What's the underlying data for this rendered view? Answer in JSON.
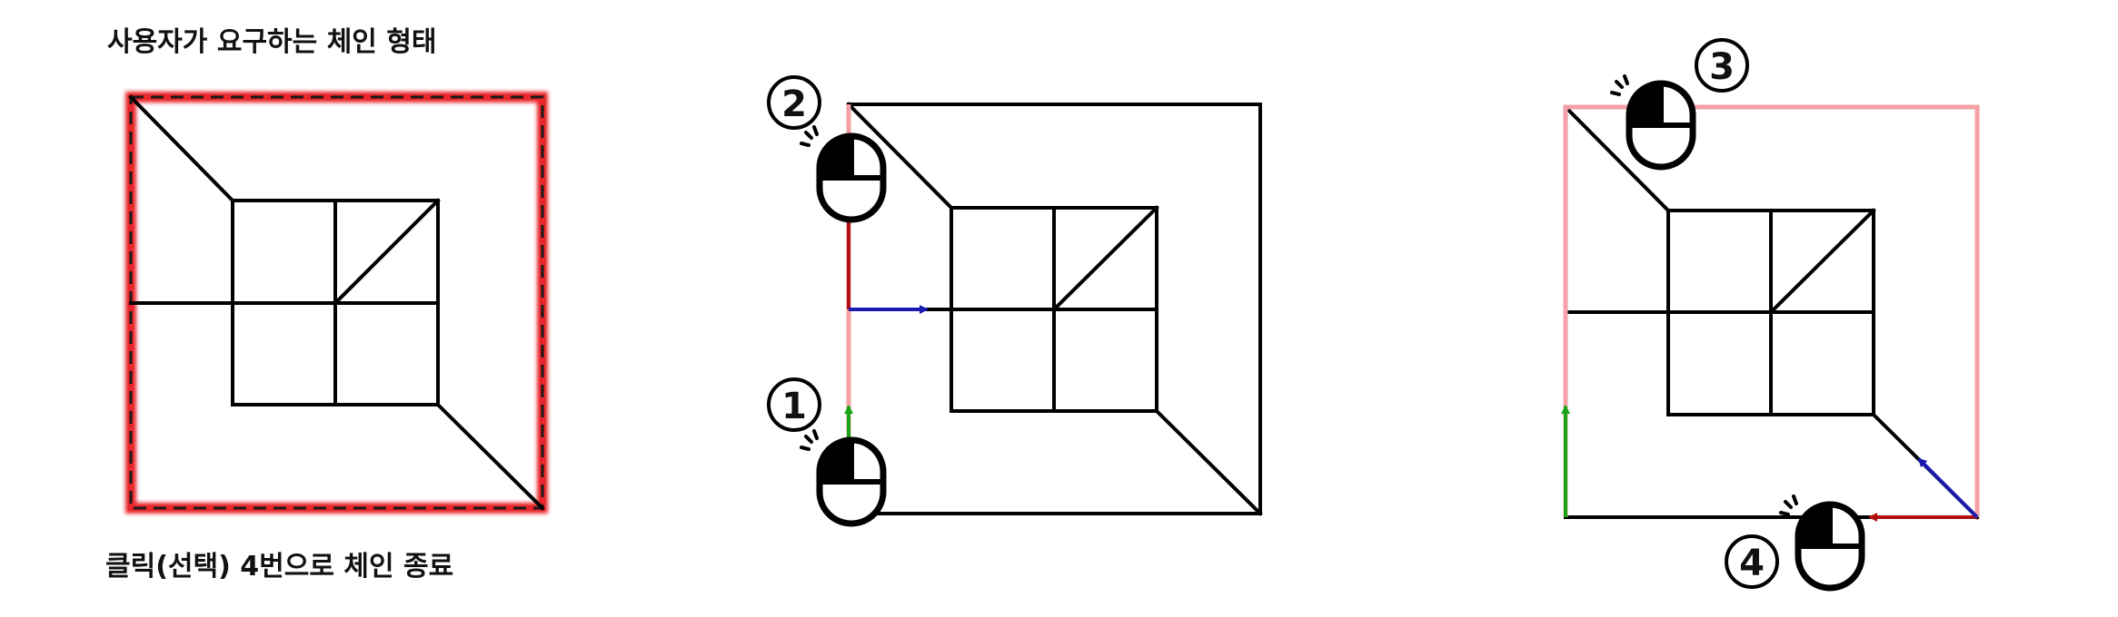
{
  "captions": {
    "top": "사용자가 요구하는 체인 형태",
    "bottom": "클릭(선택) 4번으로 체인 종료"
  },
  "steps": [
    {
      "number": "1",
      "label": "first click"
    },
    {
      "number": "2",
      "label": "second click"
    },
    {
      "number": "3",
      "label": "third click"
    },
    {
      "number": "4",
      "label": "fourth click"
    }
  ],
  "colors": {
    "line": "#000000",
    "selection_red": "#e8262b",
    "highlight_pink": "#f3a0a6",
    "arrow_red": "#b01010",
    "arrow_blue": "#1a1ab0",
    "arrow_green": "#17a417",
    "background": "#ffffff"
  },
  "icons": [
    "mouse-left-click-icon",
    "click-burst-icon"
  ]
}
